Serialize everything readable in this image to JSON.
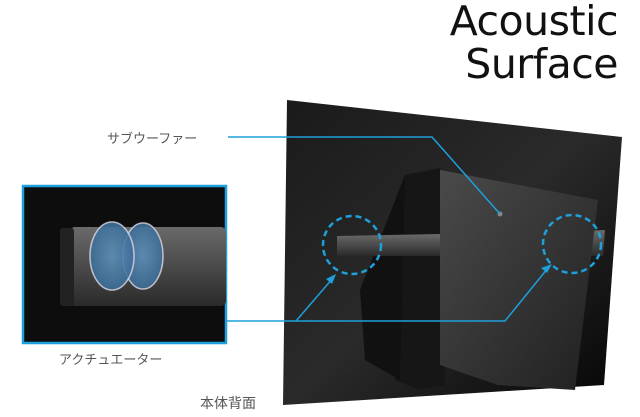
{
  "title": {
    "line1": "Acoustic",
    "line2": "Surface"
  },
  "labels": {
    "subwoofer": "サブウーファー",
    "actuator": "アクチュエーター",
    "rear_view": "本体背面"
  },
  "colors": {
    "accent": "#1ea0dc",
    "panel": "#0c0c0c"
  }
}
